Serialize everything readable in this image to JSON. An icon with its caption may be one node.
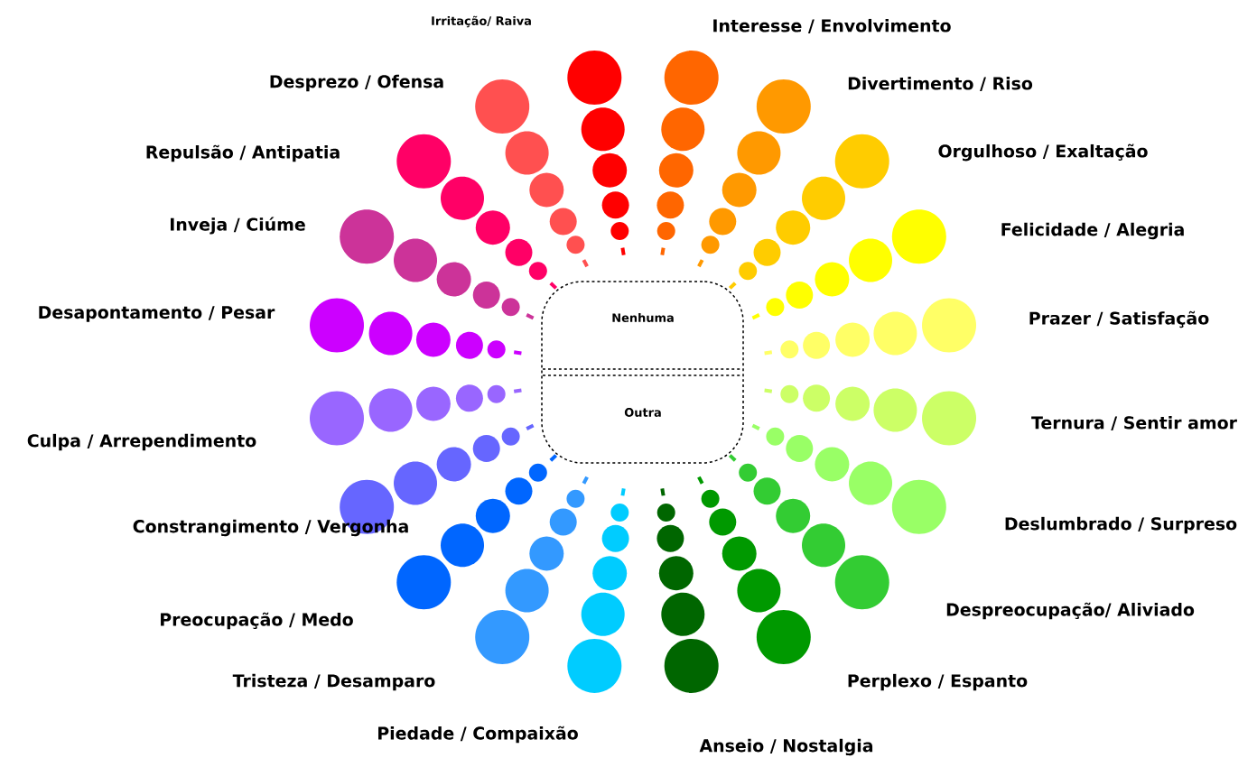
{
  "diagram": {
    "nodes": [
      {
        "text": [
          "Nenhuma",
          "Outra"
        ]
      }
    ],
    "labels": [
      "Irritação/ Raiva",
      "Interesse / Envolvimento",
      "Desprezo / Ofensa",
      "Divertimento / Riso",
      "Orgulhoso / Exaltação",
      "Repulsão / Antipatia",
      "Inveja / Ciúme",
      "Felicidade / Alegria",
      "Desapontamento / Pesar",
      "Prazer / Satisfação",
      "Ternura / Sentir amor",
      "Culpa / Arrependimento",
      "Deslumbrado / Surpreso",
      "Constrangimento / Vergonha",
      "Despreocupação/ Aliviado",
      "Preocupação / Medo",
      "Tristeza / Desamparo",
      "Perplexo / Espanto",
      "Piedade / Compaixão",
      "Anseio / Nostalgia"
    ]
  }
}
